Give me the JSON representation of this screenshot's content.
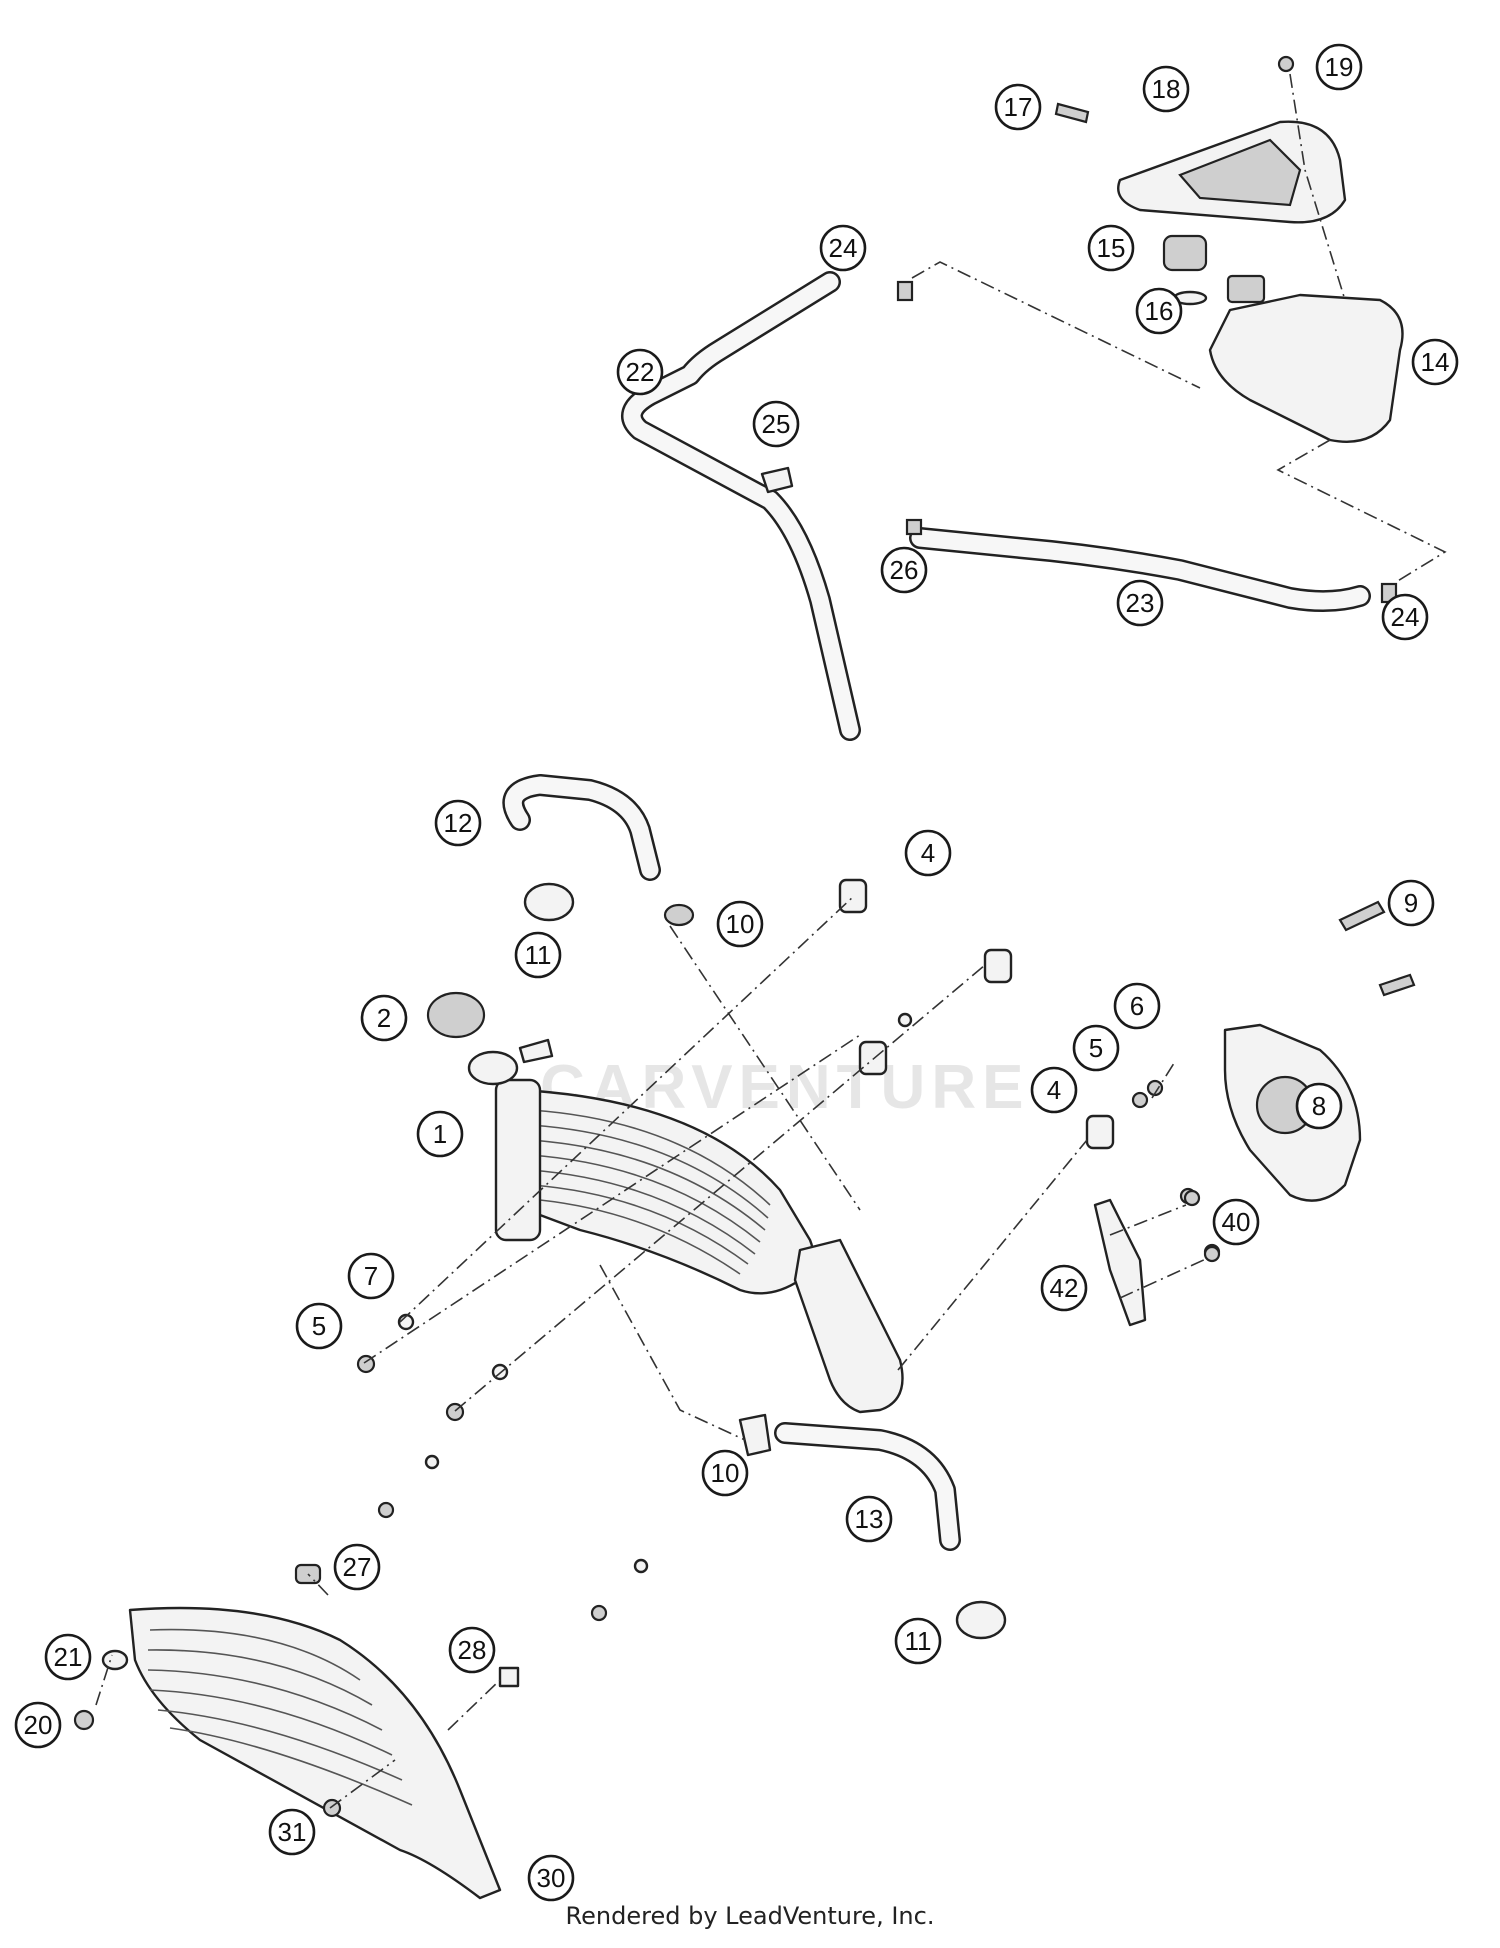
{
  "callouts": [
    {
      "label": "1"
    },
    {
      "label": "2"
    },
    {
      "label": "4"
    },
    {
      "label": "4"
    },
    {
      "label": "5"
    },
    {
      "label": "5"
    },
    {
      "label": "6"
    },
    {
      "label": "7"
    },
    {
      "label": "8"
    },
    {
      "label": "9"
    },
    {
      "label": "10"
    },
    {
      "label": "10"
    },
    {
      "label": "11"
    },
    {
      "label": "11"
    },
    {
      "label": "12"
    },
    {
      "label": "13"
    },
    {
      "label": "14"
    },
    {
      "label": "15"
    },
    {
      "label": "16"
    },
    {
      "label": "17"
    },
    {
      "label": "18"
    },
    {
      "label": "19"
    },
    {
      "label": "20"
    },
    {
      "label": "21"
    },
    {
      "label": "22"
    },
    {
      "label": "23"
    },
    {
      "label": "24"
    },
    {
      "label": "24"
    },
    {
      "label": "25"
    },
    {
      "label": "26"
    },
    {
      "label": "27"
    },
    {
      "label": "28"
    },
    {
      "label": "30"
    },
    {
      "label": "31"
    },
    {
      "label": "40"
    },
    {
      "label": "42"
    }
  ],
  "watermark": "CARVENTURE",
  "footer": "Rendered by LeadVenture, Inc."
}
